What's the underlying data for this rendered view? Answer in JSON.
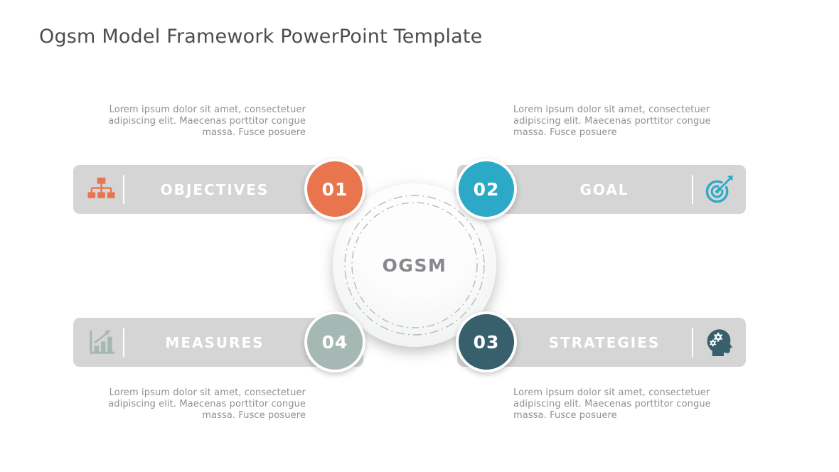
{
  "title": "Ogsm Model Framework PowerPoint Template",
  "center": {
    "label": "OGSM"
  },
  "sections": [
    {
      "id": "objectives",
      "number": "01",
      "label": "OBJECTIVES",
      "icon": "org-chart-icon",
      "accent_color": "#E8754D",
      "description": "Lorem ipsum dolor sit amet, consectetuer adipiscing elit. Maecenas porttitor congue massa. Fusce posuere"
    },
    {
      "id": "goal",
      "number": "02",
      "label": "GOAL",
      "icon": "target-icon",
      "accent_color": "#2CA9C7",
      "description": "Lorem ipsum dolor sit amet, consectetuer adipiscing elit. Maecenas porttitor congue massa. Fusce posuere"
    },
    {
      "id": "strategies",
      "number": "03",
      "label": "STRATEGIES",
      "icon": "head-gears-icon",
      "accent_color": "#37606C",
      "description": "Lorem ipsum dolor sit amet, consectetuer adipiscing elit. Maecenas porttitor congue massa. Fusce posuere"
    },
    {
      "id": "measures",
      "number": "04",
      "label": "MEASURES",
      "icon": "bar-chart-icon",
      "accent_color": "#A5B8B3",
      "description": "Lorem ipsum dolor sit amet, consectetuer adipiscing elit. Maecenas porttitor congue massa. Fusce posuere"
    }
  ],
  "colors": {
    "bar_background": "#D5D5D6",
    "title_text": "#4D4D4D",
    "body_text": "#8F9091",
    "center_text": "#87898C",
    "divider": "#FFFFFF"
  }
}
